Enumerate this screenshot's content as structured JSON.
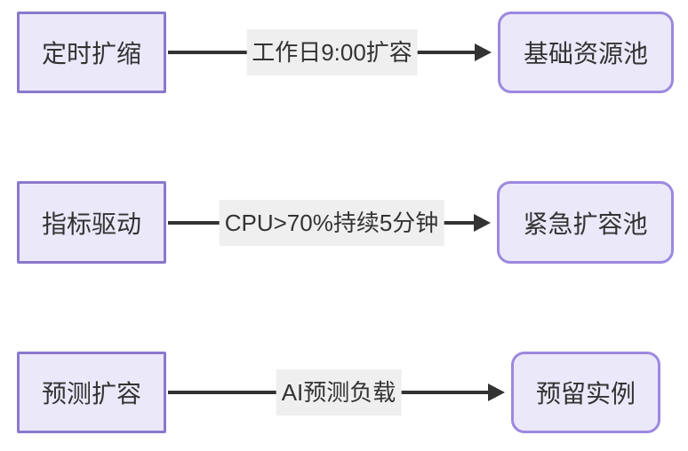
{
  "diagram": {
    "type": "flow",
    "rows": [
      {
        "source": "定时扩缩",
        "condition": "工作日9:00扩容",
        "target": "基础资源池"
      },
      {
        "source": "指标驱动",
        "condition": "CPU>70%持续5分钟",
        "target": "紧急扩容池"
      },
      {
        "source": "预测扩容",
        "condition": "AI预测负载",
        "target": "预留实例"
      }
    ],
    "colors": {
      "node_fill": "#ebe8f9",
      "square_node_border": "#8a79cd",
      "rounded_node_border": "#9c89e0",
      "arrow": "#333333",
      "edge_label_background": "#efefef",
      "text": "#333333",
      "page_background": "#ffffff"
    }
  }
}
